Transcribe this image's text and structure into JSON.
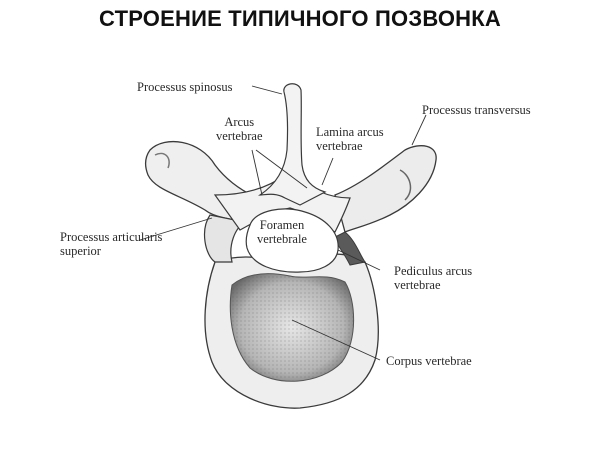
{
  "title": "СТРОЕНИЕ ТИПИЧНОГО ПОЗВОНКА",
  "labels": {
    "processus_spinosus": [
      "Processus spinosus"
    ],
    "arcus_vertebrae": [
      "Arcus",
      "vertebrae"
    ],
    "lamina_arcus": [
      "Lamina arcus",
      "vertebrae"
    ],
    "processus_transversus": [
      "Processus transversus"
    ],
    "processus_articularis": [
      "Processus articularis",
      "superior"
    ],
    "foramen_vertebrale": [
      "Foramen",
      "vertebrale"
    ],
    "pediculus_arcus": [
      "Pediculus arcus",
      "vertebrae"
    ],
    "corpus_vertebrae": [
      "Corpus vertebrae"
    ]
  },
  "colors": {
    "bone": "#efefef",
    "outline": "#3a3a3a",
    "shade": "#8a8a8a",
    "leader": "#333333"
  }
}
